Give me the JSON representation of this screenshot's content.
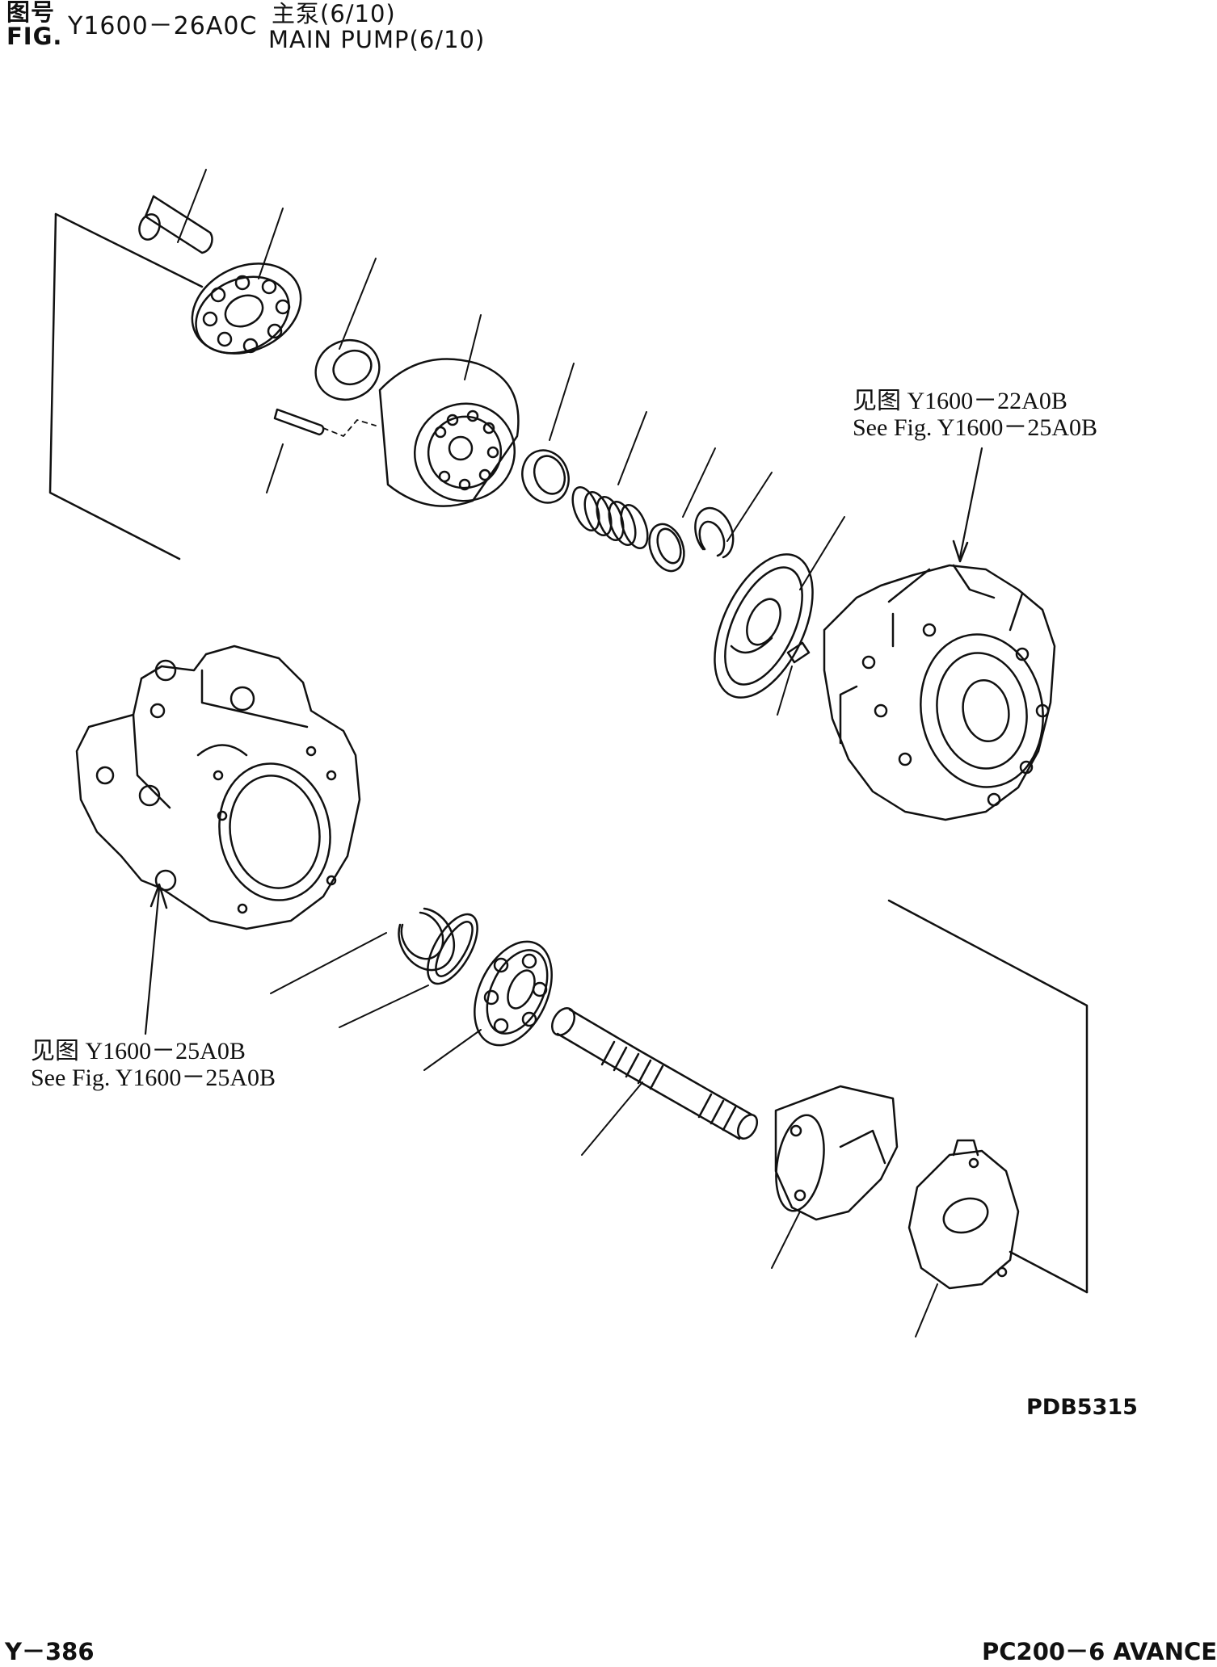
{
  "header": {
    "fig_label_cn": "图号",
    "fig_label_en": "FIG.",
    "fig_number": "Y1600－26A0C",
    "title_cn": "主泵(6/10)",
    "title_en": "MAIN PUMP(6/10)"
  },
  "references": {
    "upper_right": {
      "cn": "见图 Y1600－22A0B",
      "en": "See Fig. Y1600－25A0B"
    },
    "lower_left": {
      "cn": "见图 Y1600－25A0B",
      "en": "See Fig. Y1600－25A0B"
    }
  },
  "drawing_code": "PDB5315",
  "footer": {
    "page_number": "Y－386",
    "model": "PC200－6 AVANCE"
  }
}
